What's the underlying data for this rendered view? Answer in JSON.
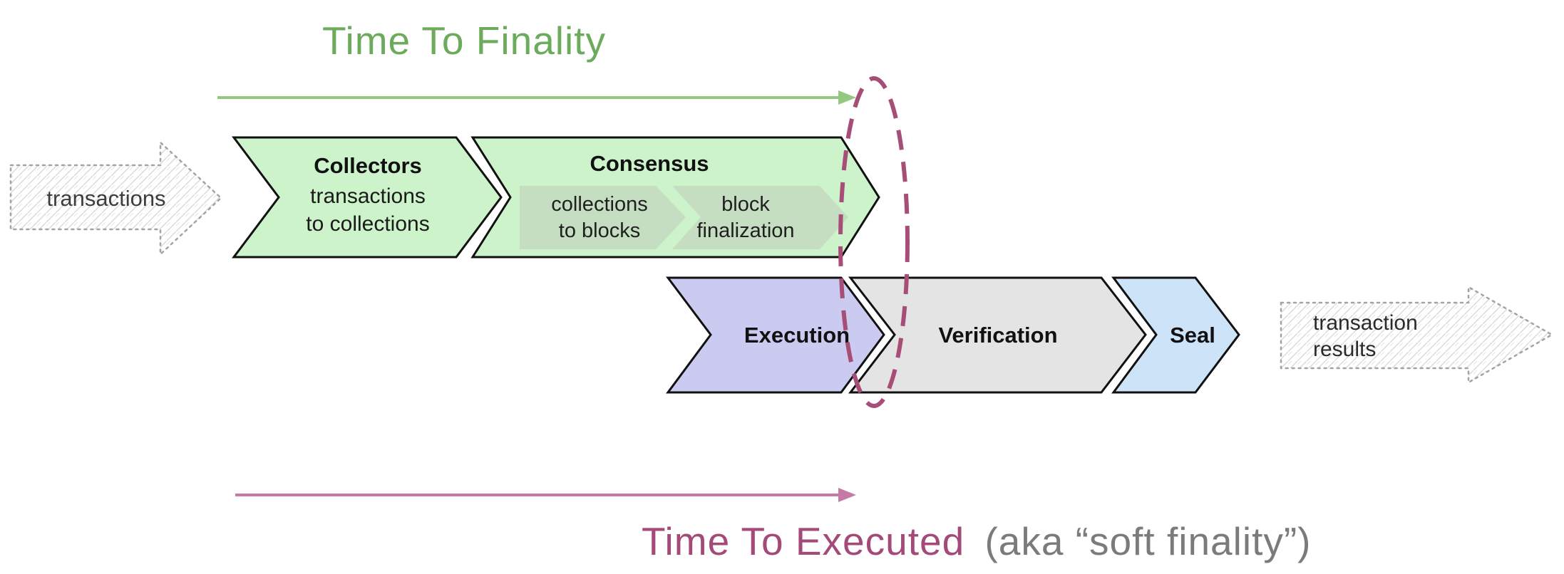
{
  "titles": {
    "top_timeline": "Time To Finality",
    "bottom_timeline": "Time To Executed",
    "bottom_timeline_suffix": "(aka “soft finality”)"
  },
  "io": {
    "input_label": "transactions",
    "output_label_line1": "transaction",
    "output_label_line2": "results"
  },
  "stages": {
    "collectors": {
      "title": "Collectors",
      "line1": "transactions",
      "line2": "to collections"
    },
    "consensus": {
      "title": "Consensus",
      "sub1": {
        "line1": "collections",
        "line2": "to blocks"
      },
      "sub2": {
        "line1": "block",
        "line2": "finalization"
      }
    },
    "execution": {
      "title": "Execution"
    },
    "verification": {
      "title": "Verification"
    },
    "seal": {
      "title": "Seal"
    }
  },
  "colors": {
    "green_title": "#6bab5b",
    "green_arrow": "#93c87e",
    "pink_arrow": "#c679a4",
    "maroon_title": "#a44a78",
    "gray_suffix": "#7b7b7b",
    "ellipse_maroon": "#a64e78",
    "stage_green": "#cdf3cb",
    "stage_green_sub": "#c5dec2",
    "stage_purple": "#cbcbf1",
    "stage_gray": "#e4e4e4",
    "stage_blue": "#cce3f8",
    "sketch_border": "#a3a3a3",
    "sketch_hatch": "#d9d9d9"
  }
}
